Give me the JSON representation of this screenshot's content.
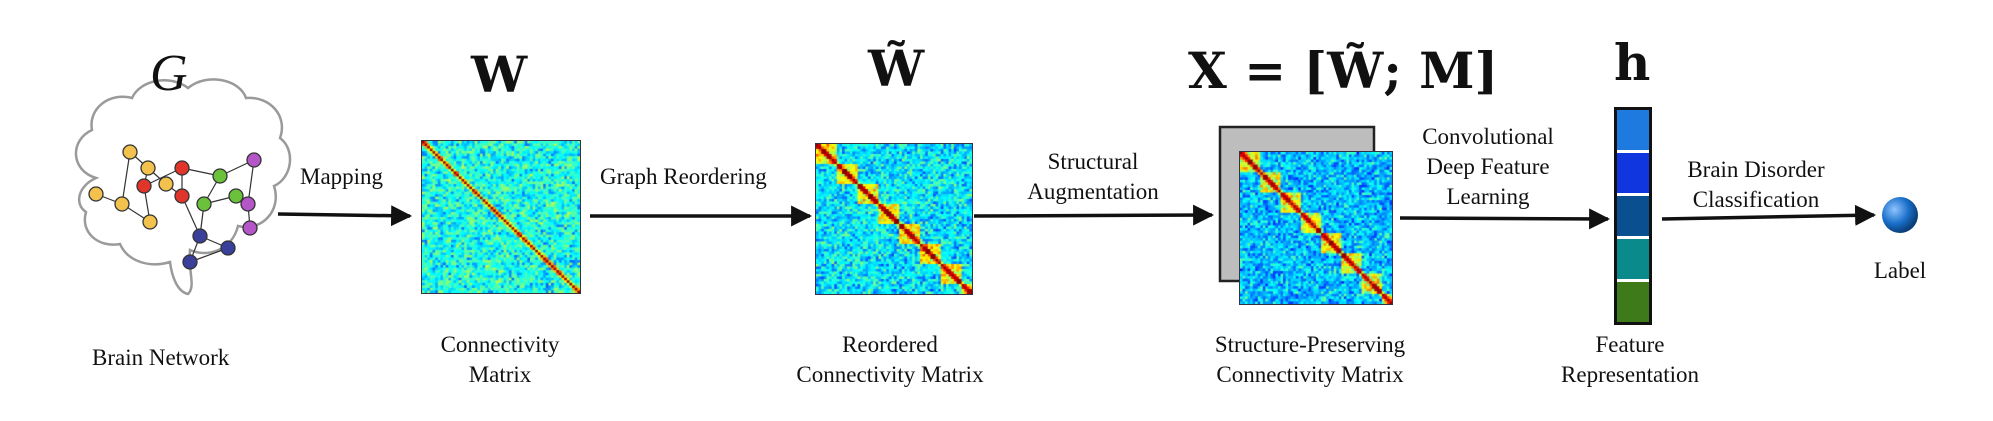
{
  "symbols": {
    "graph": "G",
    "weight": "W",
    "reordered": "W̃",
    "augmented": "X = [W̃; M]",
    "feature": "h"
  },
  "stages": {
    "brain_network": "Brain Network",
    "connectivity_matrix": [
      "Connectivity",
      "Matrix"
    ],
    "reordered_matrix": [
      "Reordered",
      "Connectivity Matrix"
    ],
    "structure_preserving": [
      "Structure-Preserving",
      "Connectivity Matrix"
    ],
    "feature_representation": [
      "Feature",
      "Representation"
    ],
    "label": "Label"
  },
  "steps": {
    "mapping": "Mapping",
    "graph_reordering": "Graph Reordering",
    "structural_augmentation": [
      "Structural",
      "Augmentation"
    ],
    "deep_feature_learning": [
      "Convolutional",
      "Deep Feature",
      "Learning"
    ],
    "classification": [
      "Brain Disorder",
      "Classification"
    ]
  },
  "colors": {
    "feature_cells": [
      "#1f7ae0",
      "#1036e0",
      "#0a4f8f",
      "#0a8a8a",
      "#3f7a1a"
    ],
    "label_ball": "#1a6fc9",
    "mask_panel": "#bdbdbd"
  },
  "brain_nodes": [
    {
      "color": "#f2c14e"
    },
    {
      "color": "#f2c14e"
    },
    {
      "color": "#f2c14e"
    },
    {
      "color": "#f2c14e"
    },
    {
      "color": "#f2c14e"
    },
    {
      "color": "#f2c14e"
    },
    {
      "color": "#e0352b"
    },
    {
      "color": "#e0352b"
    },
    {
      "color": "#e0352b"
    },
    {
      "color": "#6cc13a"
    },
    {
      "color": "#6cc13a"
    },
    {
      "color": "#6cc13a"
    },
    {
      "color": "#b455c8"
    },
    {
      "color": "#b455c8"
    },
    {
      "color": "#b455c8"
    },
    {
      "color": "#3a3f9a"
    },
    {
      "color": "#3a3f9a"
    },
    {
      "color": "#3a3f9a"
    }
  ]
}
